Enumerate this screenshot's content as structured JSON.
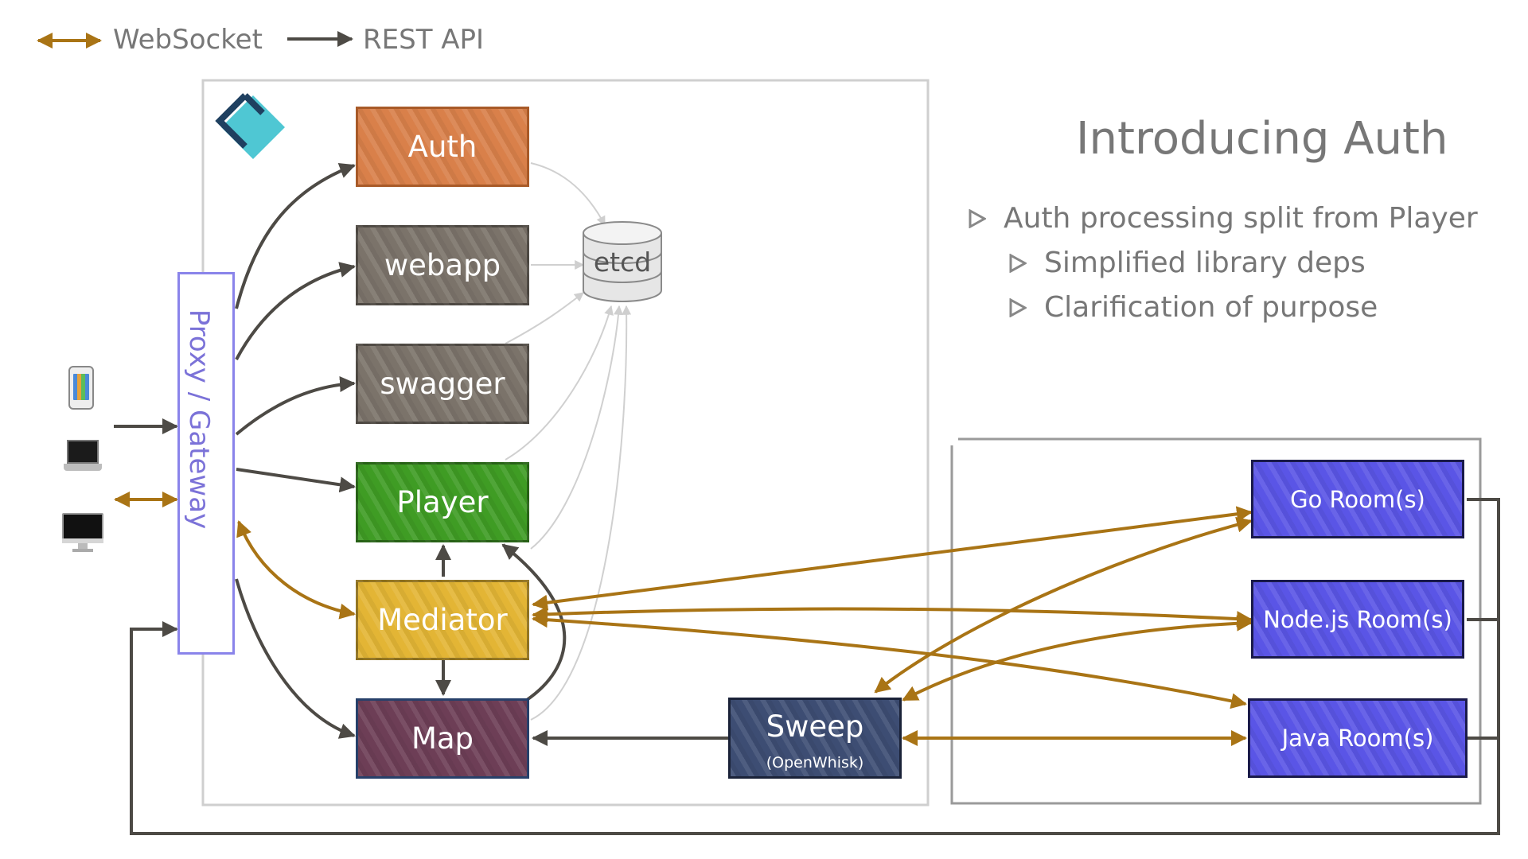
{
  "legend": {
    "websocket_label": "WebSocket",
    "rest_label": "REST API"
  },
  "colors": {
    "websocket": "#a97415",
    "rest": "#4d4a45",
    "etcd_link": "#d0d0d0",
    "auth": "#d9804a",
    "webapp": "#7b736a",
    "swagger": "#7b736a",
    "player": "#3f9c24",
    "mediator": "#e3b535",
    "map": "#6d3e56",
    "sweep": "#3d4d73",
    "room": "#5a55e6",
    "proxy_text": "#7b72d8",
    "logo_dark": "#1f4060",
    "logo_light": "#4fc7d3"
  },
  "services": {
    "auth": "Auth",
    "webapp": "webapp",
    "swagger": "swagger",
    "player": "Player",
    "mediator": "Mediator",
    "map": "Map"
  },
  "etcd": {
    "label": "etcd"
  },
  "proxy": {
    "label": "Proxy / Gateway"
  },
  "sweep": {
    "label": "Sweep",
    "sublabel": "(OpenWhisk)"
  },
  "rooms": {
    "go": "Go Room(s)",
    "node": "Node.js Room(s)",
    "java": "Java Room(s)"
  },
  "devices": [
    "phone-icon",
    "laptop-icon",
    "desktop-icon"
  ],
  "panel": {
    "title": "Introducing Auth",
    "bullets": [
      "Auth processing split from Player",
      "Simplified library deps",
      "Clarification of purpose"
    ]
  }
}
